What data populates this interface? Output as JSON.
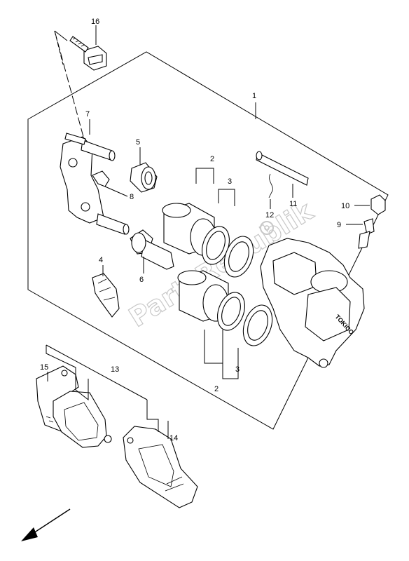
{
  "callouts": {
    "c1": "1",
    "c2a": "2",
    "c2b": "2",
    "c3a": "3",
    "c3b": "3",
    "c4": "4",
    "c5": "5",
    "c6": "6",
    "c7": "7",
    "c8": "8",
    "c9": "9",
    "c10": "10",
    "c11": "11",
    "c12": "12",
    "c13": "13",
    "c14": "14",
    "c15": "15",
    "c16": "16"
  },
  "watermark": "PartsRepublik",
  "caliper_brand": "TOKICO",
  "colors": {
    "line": "#000000",
    "watermark": "#c8c8c8"
  },
  "icons": {
    "direction_arrow": "front-arrow-icon",
    "gear": "gear-icon"
  }
}
